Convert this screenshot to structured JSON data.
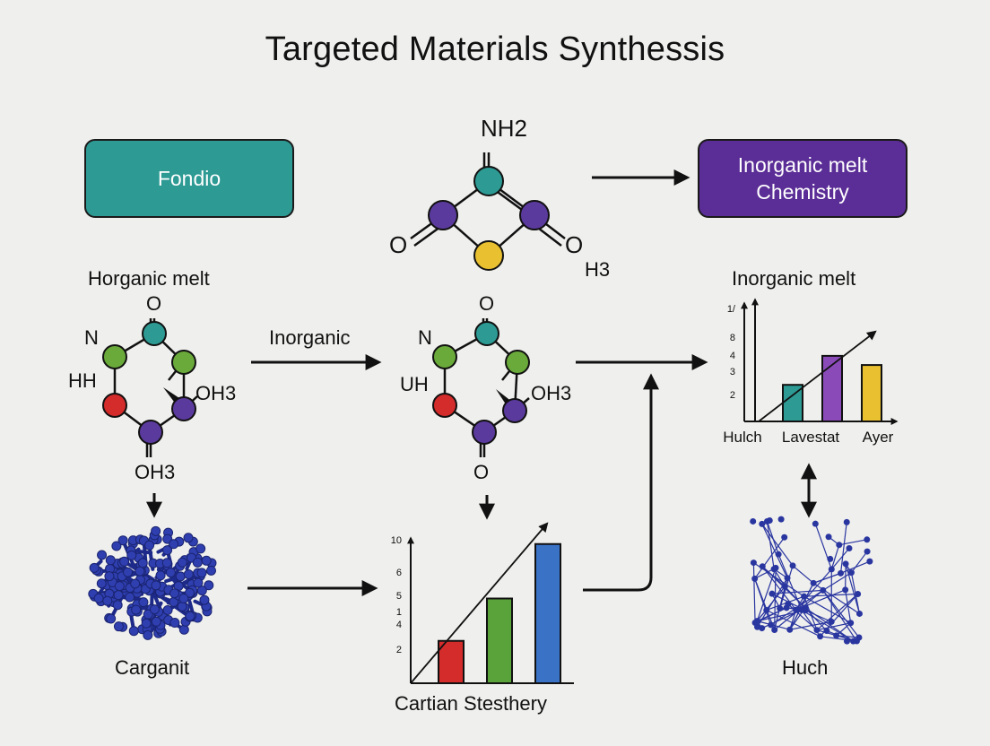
{
  "title": "Targeted Materials Synthessis",
  "boxes": {
    "left": {
      "label": "Fondio",
      "color": "#2d9a94"
    },
    "right": {
      "label": "Inorganic melt Chemistry",
      "color": "#5b2d96"
    }
  },
  "top_molecule": {
    "top_label": "NH2",
    "left_label": "O",
    "right_label": "O",
    "right_sub_label": "H3"
  },
  "left_molecule": {
    "heading": "Horganic melt",
    "top_label": "O",
    "n_label": "N",
    "h_label": "HH",
    "oh_label": "OH3",
    "bottom_label": "OH3"
  },
  "mid_molecule": {
    "top_label": "O",
    "n_label": "N",
    "h_label": "UH",
    "oh_label": "OH3",
    "bottom_label": "O"
  },
  "arrow_labels": {
    "inorganic": "Inorganic"
  },
  "labels": {
    "carganit": "Carganit",
    "huch": "Huch"
  },
  "chart_data": [
    {
      "type": "bar",
      "title": "",
      "xlabel": "Cartian Stesthery",
      "y_ticks": [
        "2",
        "4",
        "1",
        "5",
        "6",
        "10"
      ],
      "series": [
        {
          "values": [
            3.5,
            7,
            11.5
          ]
        }
      ],
      "colors": [
        "#d42b2b",
        "#5aa33a",
        "#3a73c6"
      ],
      "ylim": [
        0,
        12
      ],
      "grid": false
    },
    {
      "type": "bar",
      "title": "Inorganic melt",
      "categories": [
        "Hulch",
        "Lavestat",
        "Ayer"
      ],
      "y_ticks": [
        "2",
        "3",
        "4",
        "8",
        "1/"
      ],
      "series": [
        {
          "values": [
            2.4,
            4.3,
            3.7
          ]
        }
      ],
      "colors": [
        "#2d9a94",
        "#8a4bb8",
        "#e8c030"
      ],
      "ylim": [
        0,
        8
      ],
      "grid": false
    }
  ],
  "palette": {
    "teal": "#2d9a94",
    "purple": "#5b2d96",
    "green": "#6aaa3a",
    "red": "#d42b2b",
    "yellow": "#e8c030",
    "navy": "#2a36a0"
  }
}
